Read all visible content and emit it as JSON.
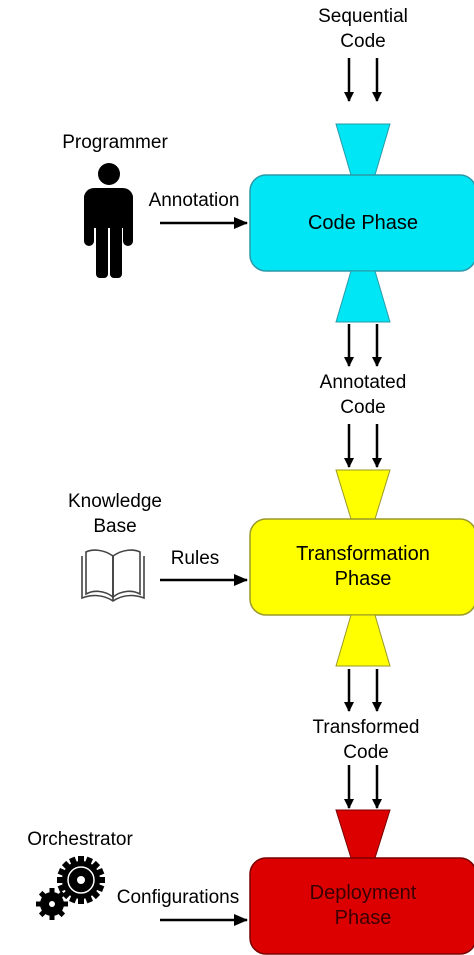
{
  "inputs": {
    "sequential_code": "Sequential\nCode",
    "programmer": "Programmer",
    "annotation": "Annotation",
    "knowledge_base": "Knowledge\nBase",
    "rules": "Rules",
    "orchestrator": "Orchestrator",
    "configurations": "Configurations"
  },
  "phases": [
    {
      "label": "Code Phase",
      "color": "#00e6f5"
    },
    {
      "label": "Transformation\nPhase",
      "color": "#ffff00"
    },
    {
      "label": "Deployment\nPhase",
      "color": "#dd0000"
    }
  ],
  "intermediates": {
    "annotated_code": "Annotated\nCode",
    "transformed_code": "Transformed\nCode"
  },
  "icons": [
    "person-icon",
    "book-icon",
    "gears-icon"
  ]
}
